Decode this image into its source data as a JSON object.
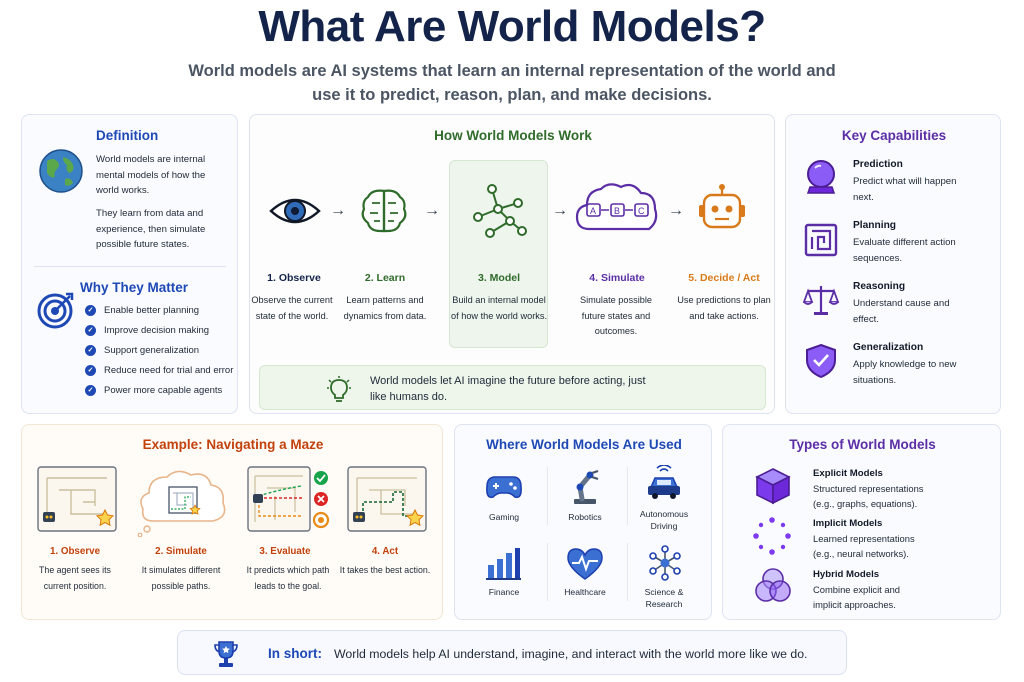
{
  "title": "What Are World Models?",
  "subtitle": "World models are AI systems that learn an internal representation of the world and use it to predict, reason, plan, and make decisions.",
  "definition": {
    "title": "Definition",
    "text1": "World models are internal mental models of how the world works.",
    "text2": "They learn from data and experience, then simulate possible future states.",
    "icon": "globe-icon"
  },
  "why": {
    "title": "Why They Matter",
    "icon": "target-icon",
    "items": [
      "Enable better planning",
      "Improve decision making",
      "Support generalization",
      "Reduce need for trial and error",
      "Power more capable agents"
    ]
  },
  "how": {
    "title": "How World Models Work",
    "steps": [
      {
        "label": "1. Observe",
        "desc": "Observe the current state of the world.",
        "icon": "eye-icon"
      },
      {
        "label": "2. Learn",
        "desc": "Learn patterns and dynamics from data.",
        "icon": "brain-icon"
      },
      {
        "label": "3. Model",
        "desc": "Build an internal model of how the world works.",
        "icon": "graph-icon"
      },
      {
        "label": "4. Simulate",
        "desc": "Simulate possible future states and outcomes.",
        "icon": "cloud-icon"
      },
      {
        "label": "5. Decide / Act",
        "desc": "Use predictions to plan and take actions.",
        "icon": "robot-icon"
      }
    ],
    "note": "World models let AI imagine the future before acting, just like humans do.",
    "note_icon": "lightbulb-icon"
  },
  "capabilities": {
    "title": "Key Capabilities",
    "items": [
      {
        "title": "Prediction",
        "desc": "Predict what will happen next.",
        "icon": "crystal-ball-icon"
      },
      {
        "title": "Planning",
        "desc": "Evaluate different action sequences.",
        "icon": "maze-icon"
      },
      {
        "title": "Reasoning",
        "desc": "Understand cause and effect.",
        "icon": "scales-icon"
      },
      {
        "title": "Generalization",
        "desc": "Apply knowledge to new situations.",
        "icon": "shield-icon"
      }
    ]
  },
  "maze": {
    "title": "Example: Navigating a Maze",
    "steps": [
      {
        "label": "1. Observe",
        "desc": "The agent sees its current position."
      },
      {
        "label": "2. Simulate",
        "desc": "It simulates different possible paths."
      },
      {
        "label": "3. Evaluate",
        "desc": "It predicts which path leads to the goal."
      },
      {
        "label": "4. Act",
        "desc": "It takes the best action."
      }
    ]
  },
  "used": {
    "title": "Where World Models Are Used",
    "items": [
      {
        "label": "Gaming",
        "icon": "gamepad-icon"
      },
      {
        "label": "Robotics",
        "icon": "robot-arm-icon"
      },
      {
        "label": "Autonomous Driving",
        "icon": "car-icon"
      },
      {
        "label": "Finance",
        "icon": "bar-chart-icon"
      },
      {
        "label": "Healthcare",
        "icon": "heart-pulse-icon"
      },
      {
        "label": "Science & Research",
        "icon": "network-icon"
      }
    ]
  },
  "types": {
    "title": "Types of World Models",
    "items": [
      {
        "title": "Explicit Models",
        "desc": "Structured representations (e.g., graphs, equations).",
        "icon": "cube-icon"
      },
      {
        "title": "Implicit Models",
        "desc": "Learned representations (e.g., neural networks).",
        "icon": "dots-circle-icon"
      },
      {
        "title": "Hybrid Models",
        "desc": "Combine explicit and implicit approaches.",
        "icon": "venn-icon"
      }
    ]
  },
  "short": {
    "label": "In short:",
    "text": "World models help AI understand, imagine, and interact with the world more like we do.",
    "icon": "trophy-icon"
  },
  "colors": {
    "navy": "#14234a",
    "blue": "#1e49b5",
    "green": "#2f6b2a",
    "purple": "#5b2ea6",
    "orange": "#d97a1a",
    "maze_orange": "#c2410c"
  }
}
